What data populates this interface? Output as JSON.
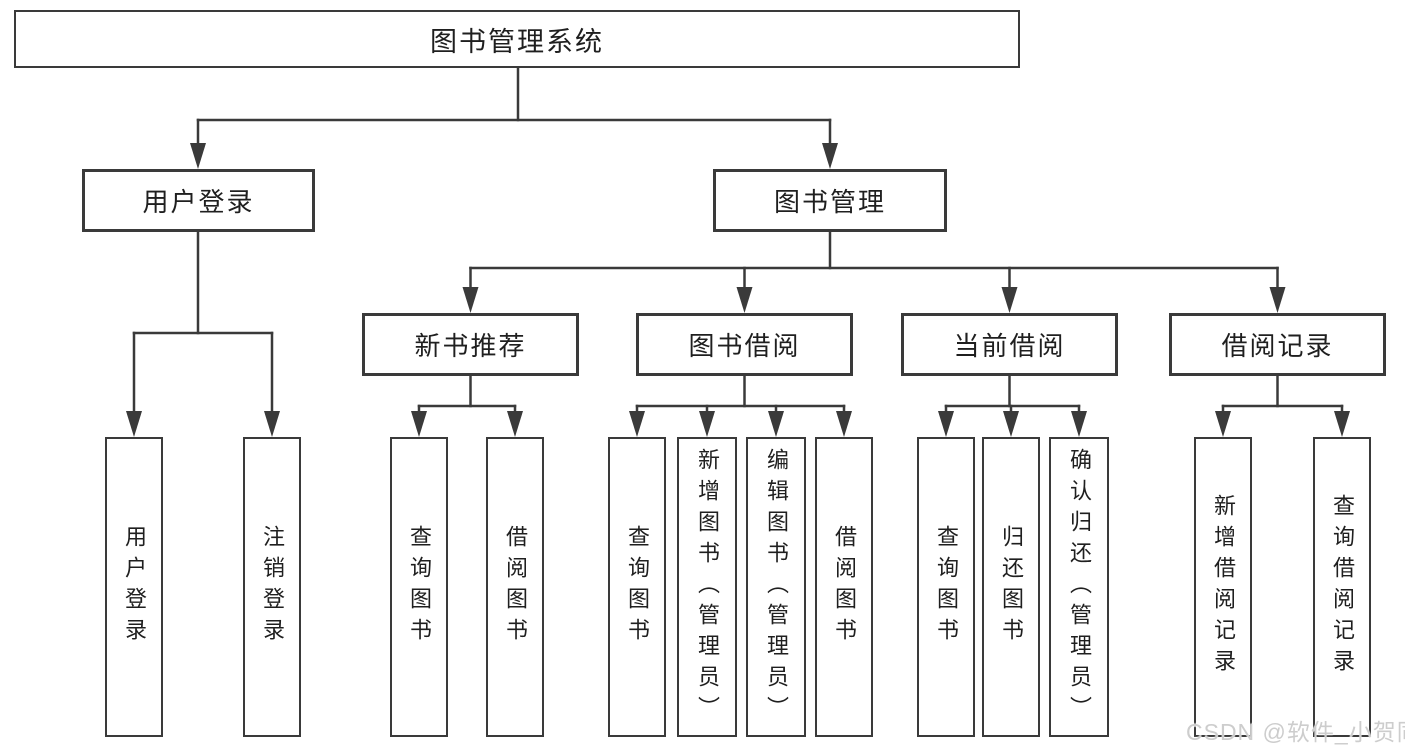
{
  "diagram": {
    "type": "hierarchy-tree",
    "root": {
      "label": "图书管理系统"
    },
    "branches": [
      {
        "label": "用户登录",
        "leaves": [
          {
            "label": "用户登录"
          },
          {
            "label": "注销登录"
          }
        ]
      },
      {
        "label": "图书管理",
        "groups": [
          {
            "label": "新书推荐",
            "leaves": [
              {
                "label": "查询图书"
              },
              {
                "label": "借阅图书"
              }
            ]
          },
          {
            "label": "图书借阅",
            "leaves": [
              {
                "label": "查询图书"
              },
              {
                "label": "新增图书（管理员）"
              },
              {
                "label": "编辑图书（管理员）"
              },
              {
                "label": "借阅图书"
              }
            ]
          },
          {
            "label": "当前借阅",
            "leaves": [
              {
                "label": "查询图书"
              },
              {
                "label": "归还图书"
              },
              {
                "label": "确认归还（管理员）"
              }
            ]
          },
          {
            "label": "借阅记录",
            "leaves": [
              {
                "label": "新增借阅记录"
              },
              {
                "label": "查询借阅记录"
              }
            ]
          }
        ]
      }
    ],
    "colors": {
      "line": "#3a3a3a",
      "box_border": "#3a3a3a",
      "text": "#1f1f1f",
      "background": "#ffffff",
      "watermark": "#cdcdcd"
    }
  },
  "watermark": {
    "text": "CSDN @软件_小贺同学"
  }
}
